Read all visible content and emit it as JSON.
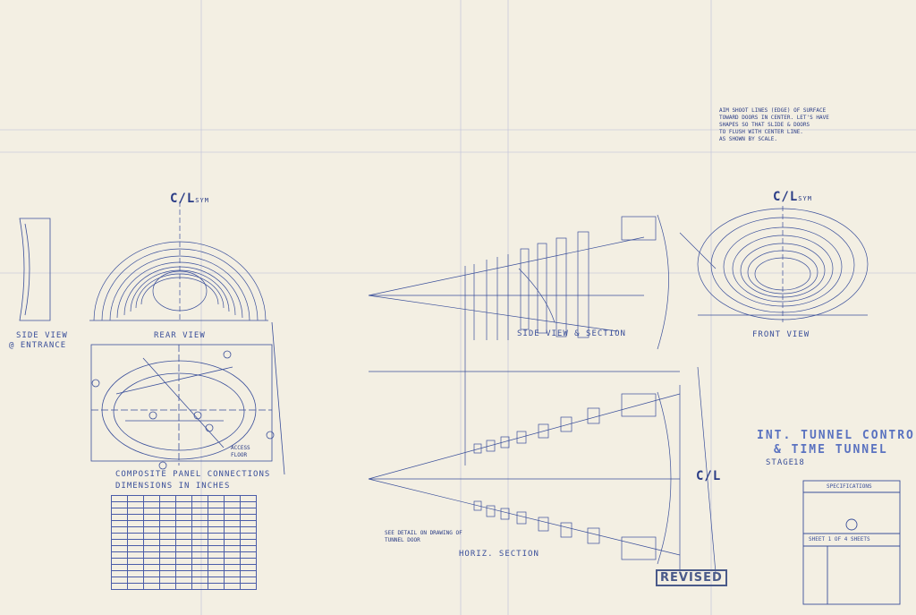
{
  "views": {
    "side_view": "SIDE VIEW",
    "side_view_sub": "@ ENTRANCE",
    "rear_view": "REAR VIEW",
    "side_section": "SIDE VIEW & SECTION",
    "front_view": "FRONT VIEW",
    "horiz_section": "HORIZ. SECTION"
  },
  "centerlines": {
    "left": "C/L",
    "left_sub": "SYM",
    "right": "C/L",
    "right_sub": "SYM",
    "bottom": "C/L"
  },
  "title_block": {
    "title_line1": "INT. TUNNEL CONTROL",
    "title_line2": "& TIME TUNNEL",
    "stage": "STAGE",
    "stage_number": "18",
    "specifications": "SPECIFICATIONS",
    "sheet": "SHEET 1 OF 4 SHEETS"
  },
  "notes": {
    "composite": "COMPOSITE PANEL CONNECTIONS",
    "dimensions": "DIMENSIONS IN INCHES",
    "access_floor": "ACCESS\nFLOOR",
    "top_right": "AIM SHOOT LINES (EDGE) OF SURFACE\nTOWARD DOORS IN CENTER. LET'S HAVE\nSHAPES SO THAT SLIDE & DOORS\nTO FLUSH WITH CENTER LINE.\nAS SHOWN BY SCALE.",
    "horiz": "SEE DETAIL ON DRAWING OF\nTUNNEL DOOR"
  },
  "stamp": "REVISED"
}
